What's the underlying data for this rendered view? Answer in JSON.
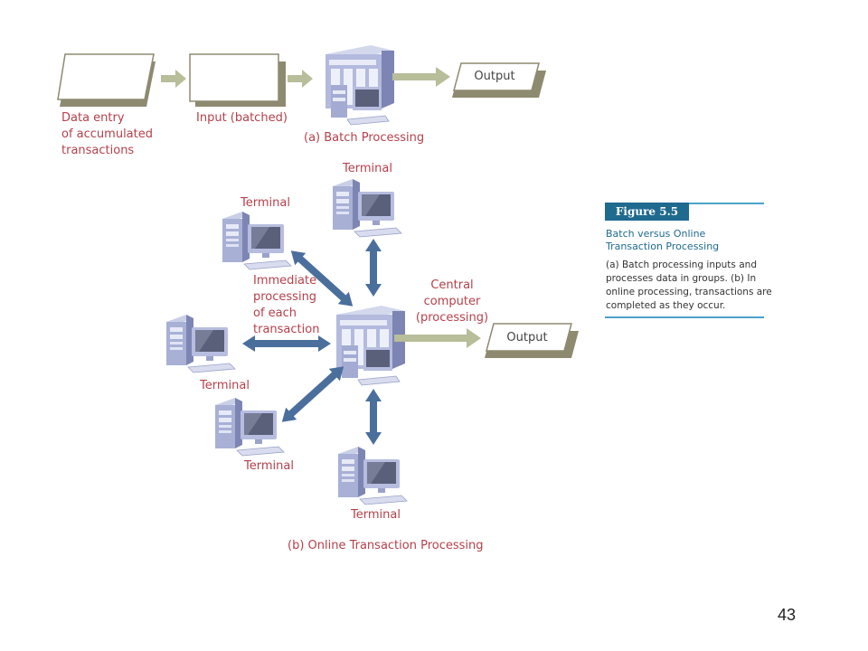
{
  "batch": {
    "data_entry_label": "Data entry\nof accumulated\ntransactions",
    "input_label": "Input (batched)",
    "output_label": "Output",
    "caption": "(a) Batch Processing"
  },
  "online": {
    "terminal_label": "Terminal",
    "central_label": "Central computer\n(processing)",
    "immediate_label": "Immediate\nprocessing\nof each\ntransaction",
    "output_label": "Output",
    "caption": "(b) Online Transaction Processing"
  },
  "figure": {
    "badge": "Figure 5.5",
    "title": "Batch versus Online\nTransaction Processing",
    "body": "(a) Batch processing inputs and\nprocesses data in groups. (b) In\nonline processing, transactions are\ncompleted as they occur."
  },
  "page_number": "43",
  "colors": {
    "label_red": "#b5404a",
    "arrow_blue": "#4b6f9c",
    "arrow_olive": "#b8bd9a",
    "shadow_olive": "#8e8a70",
    "figure_blue": "#1f6a8f"
  }
}
